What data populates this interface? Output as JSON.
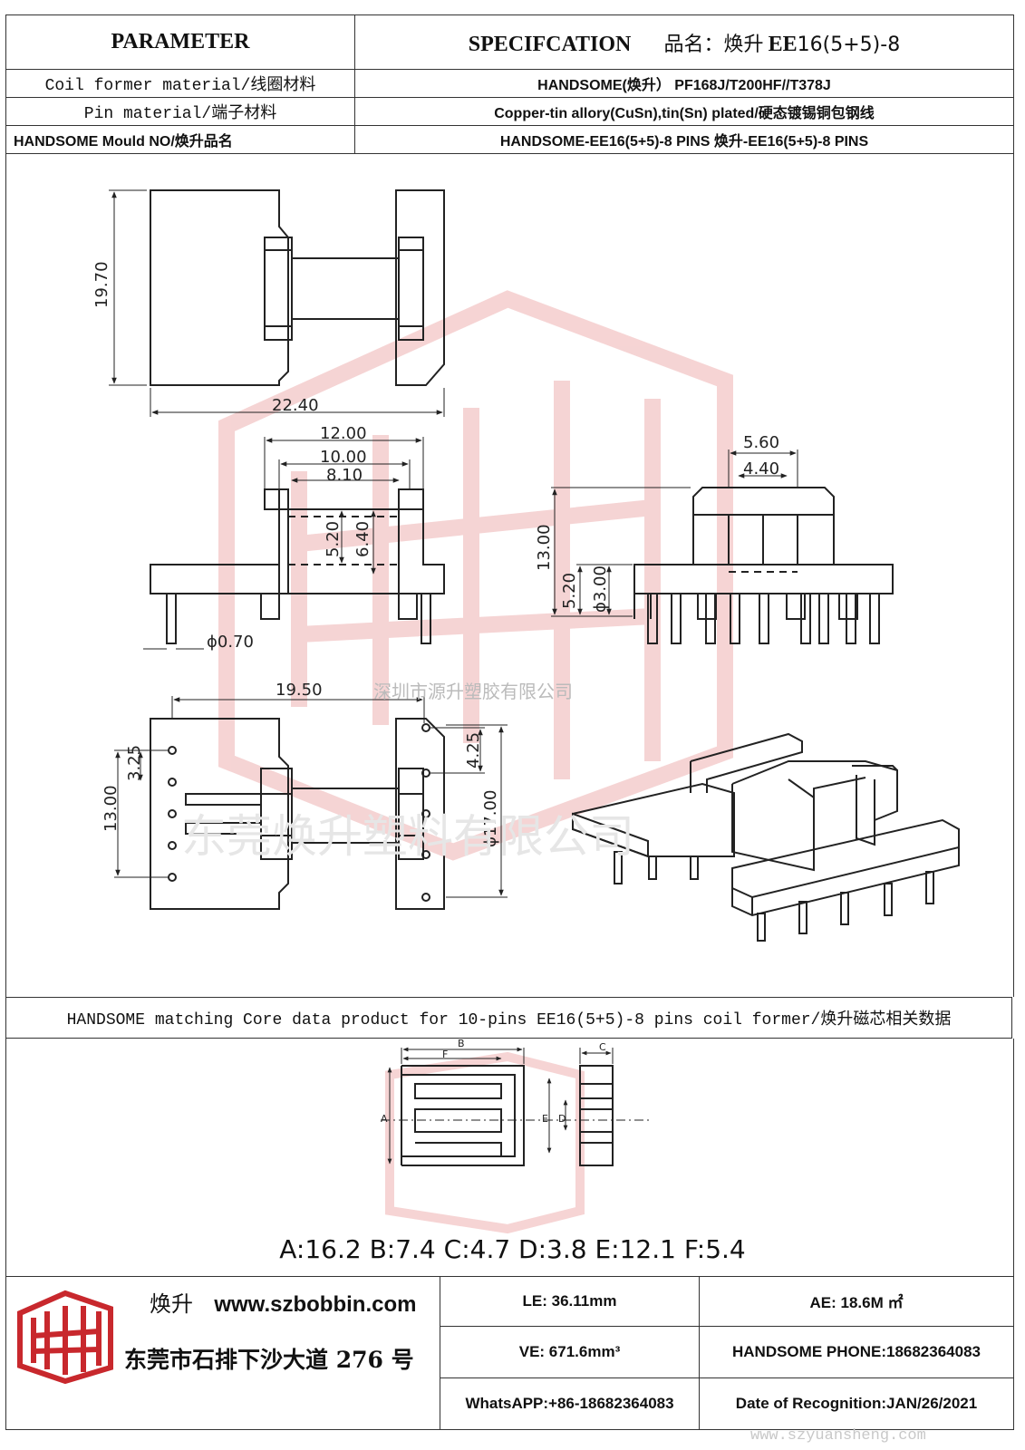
{
  "header": {
    "parameter_label": "PARAMETER",
    "spec_label": "SPECIFCATION",
    "product_name_label": "品名：焕升",
    "product_model_bold": "EE",
    "product_model_rest": "16(5+5)-8",
    "rows": [
      {
        "param": "Coil former material/线圈材料",
        "spec": "HANDSOME(焕升）  PF168J/T200HF//T378J"
      },
      {
        "param": "Pin material/端子材料",
        "spec": "Copper-tin allory(CuSn),tin(Sn) plated/硬态镀锡铜包钢线"
      },
      {
        "param": "HANDSOME Mould NO/焕升品名",
        "spec": "HANDSOME-EE16(5+5)-8 PINS    焕升-EE16(5+5)-8 PINS"
      }
    ]
  },
  "dimensions": {
    "d_19_70": "19.70",
    "d_22_40": "22.40",
    "d_12_00": "12.00",
    "d_10_00": "10.00",
    "d_8_10": "8.10",
    "d_5_20a": "5.20",
    "d_6_40": "6.40",
    "d_0_70": "ϕ0.70",
    "d_5_60": "5.60",
    "d_4_40": "4.40",
    "d_13_00a": "13.00",
    "d_5_20b": "5.20",
    "d_3_00": "ϕ3.00",
    "d_19_50": "19.50",
    "d_4_25": "4.25",
    "d_3_25": "3.25",
    "d_13_00b": "13.00",
    "d_17_00": "ϕ17.00"
  },
  "watermarks": {
    "company_shenzhen": "深圳市源升塑胶有限公司",
    "company_dongguan": "东莞焕升塑料有限公司",
    "site": "www.szyuansheng.com"
  },
  "matching": {
    "text": "HANDSOME matching Core data  product for 10-pins EE16(5+5)-8 pins coil former/焕升磁芯相关数据"
  },
  "core": {
    "labels": {
      "a": "A",
      "b": "B",
      "c": "C",
      "d": "D",
      "e": "E",
      "f": "F"
    },
    "dims_text": "A:16.2 B:7.4 C:4.7 D:3.8 E:12.1 F:5.4"
  },
  "footer": {
    "brand": "焕升",
    "website": "www.szbobbin.com",
    "address": "东莞市石排下沙大道 276 号",
    "le": "LE:    36.11mm",
    "ae": "AE: 18.6M ㎡",
    "ve": "VE:    671.6mm³",
    "phone": "HANDSOME PHONE:18682364083",
    "whatsapp": "WhatsAPP:+86-18682364083",
    "date": "Date of Recognition:JAN/26/2021"
  },
  "colors": {
    "line": "#333333",
    "watermark_red": "#e8a0a0",
    "logo_red": "#c8282d"
  }
}
